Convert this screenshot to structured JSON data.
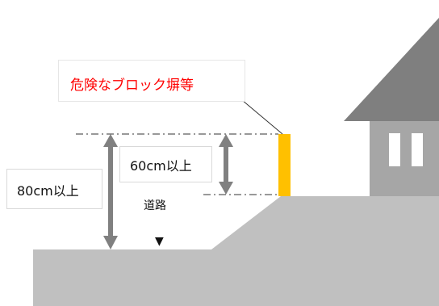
{
  "diagram": {
    "callout_label": "危険なブロック塀等",
    "label_60": "60cm以上",
    "label_80": "80cm以上",
    "road_label": "道路",
    "road_marker": "▼"
  },
  "colors": {
    "ground": "#c0c0c0",
    "house_roof": "#7f7f7f",
    "house_wall": "#a6a6a6",
    "window": "#ffffff",
    "wall_highlight": "#ffc000",
    "arrow": "#808080",
    "callout_text": "#ff0000"
  }
}
